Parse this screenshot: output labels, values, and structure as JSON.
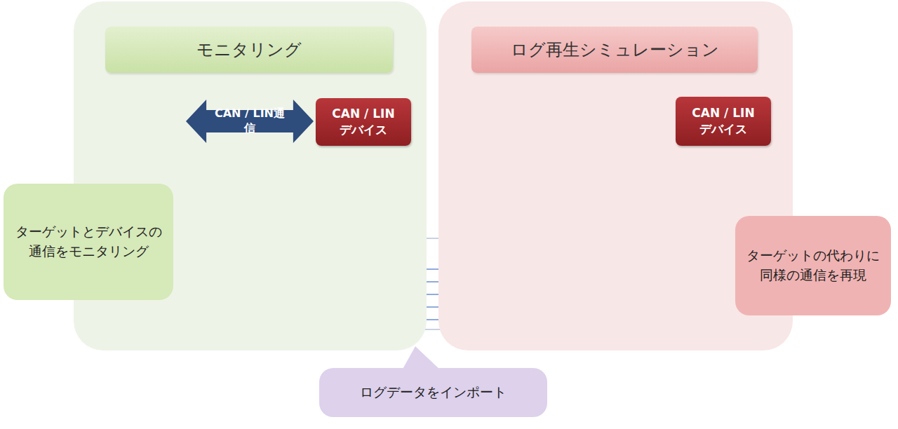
{
  "diagram": {
    "nodes": [
      {
        "text": [
          "モニタリング"
        ]
      },
      {
        "text": [
          "CAN / LIN通信"
        ],
        "in": 0
      },
      {
        "text": [
          "CAN / LIN デバイス"
        ],
        "in": 0
      },
      {
        "text": [
          "ターゲットとデバイスの通信をモニタリング"
        ],
        "in": 0
      },
      {
        "text": [
          "ログ再生シミュレーション"
        ]
      },
      {
        "text": [
          "CAN / LIN デバイス"
        ],
        "in": 4
      },
      {
        "text": [
          "ターゲットの代わりに同様の通信を再現"
        ],
        "in": 4
      },
      {
        "text": [
          "ログデータをインポート"
        ]
      }
    ]
  }
}
